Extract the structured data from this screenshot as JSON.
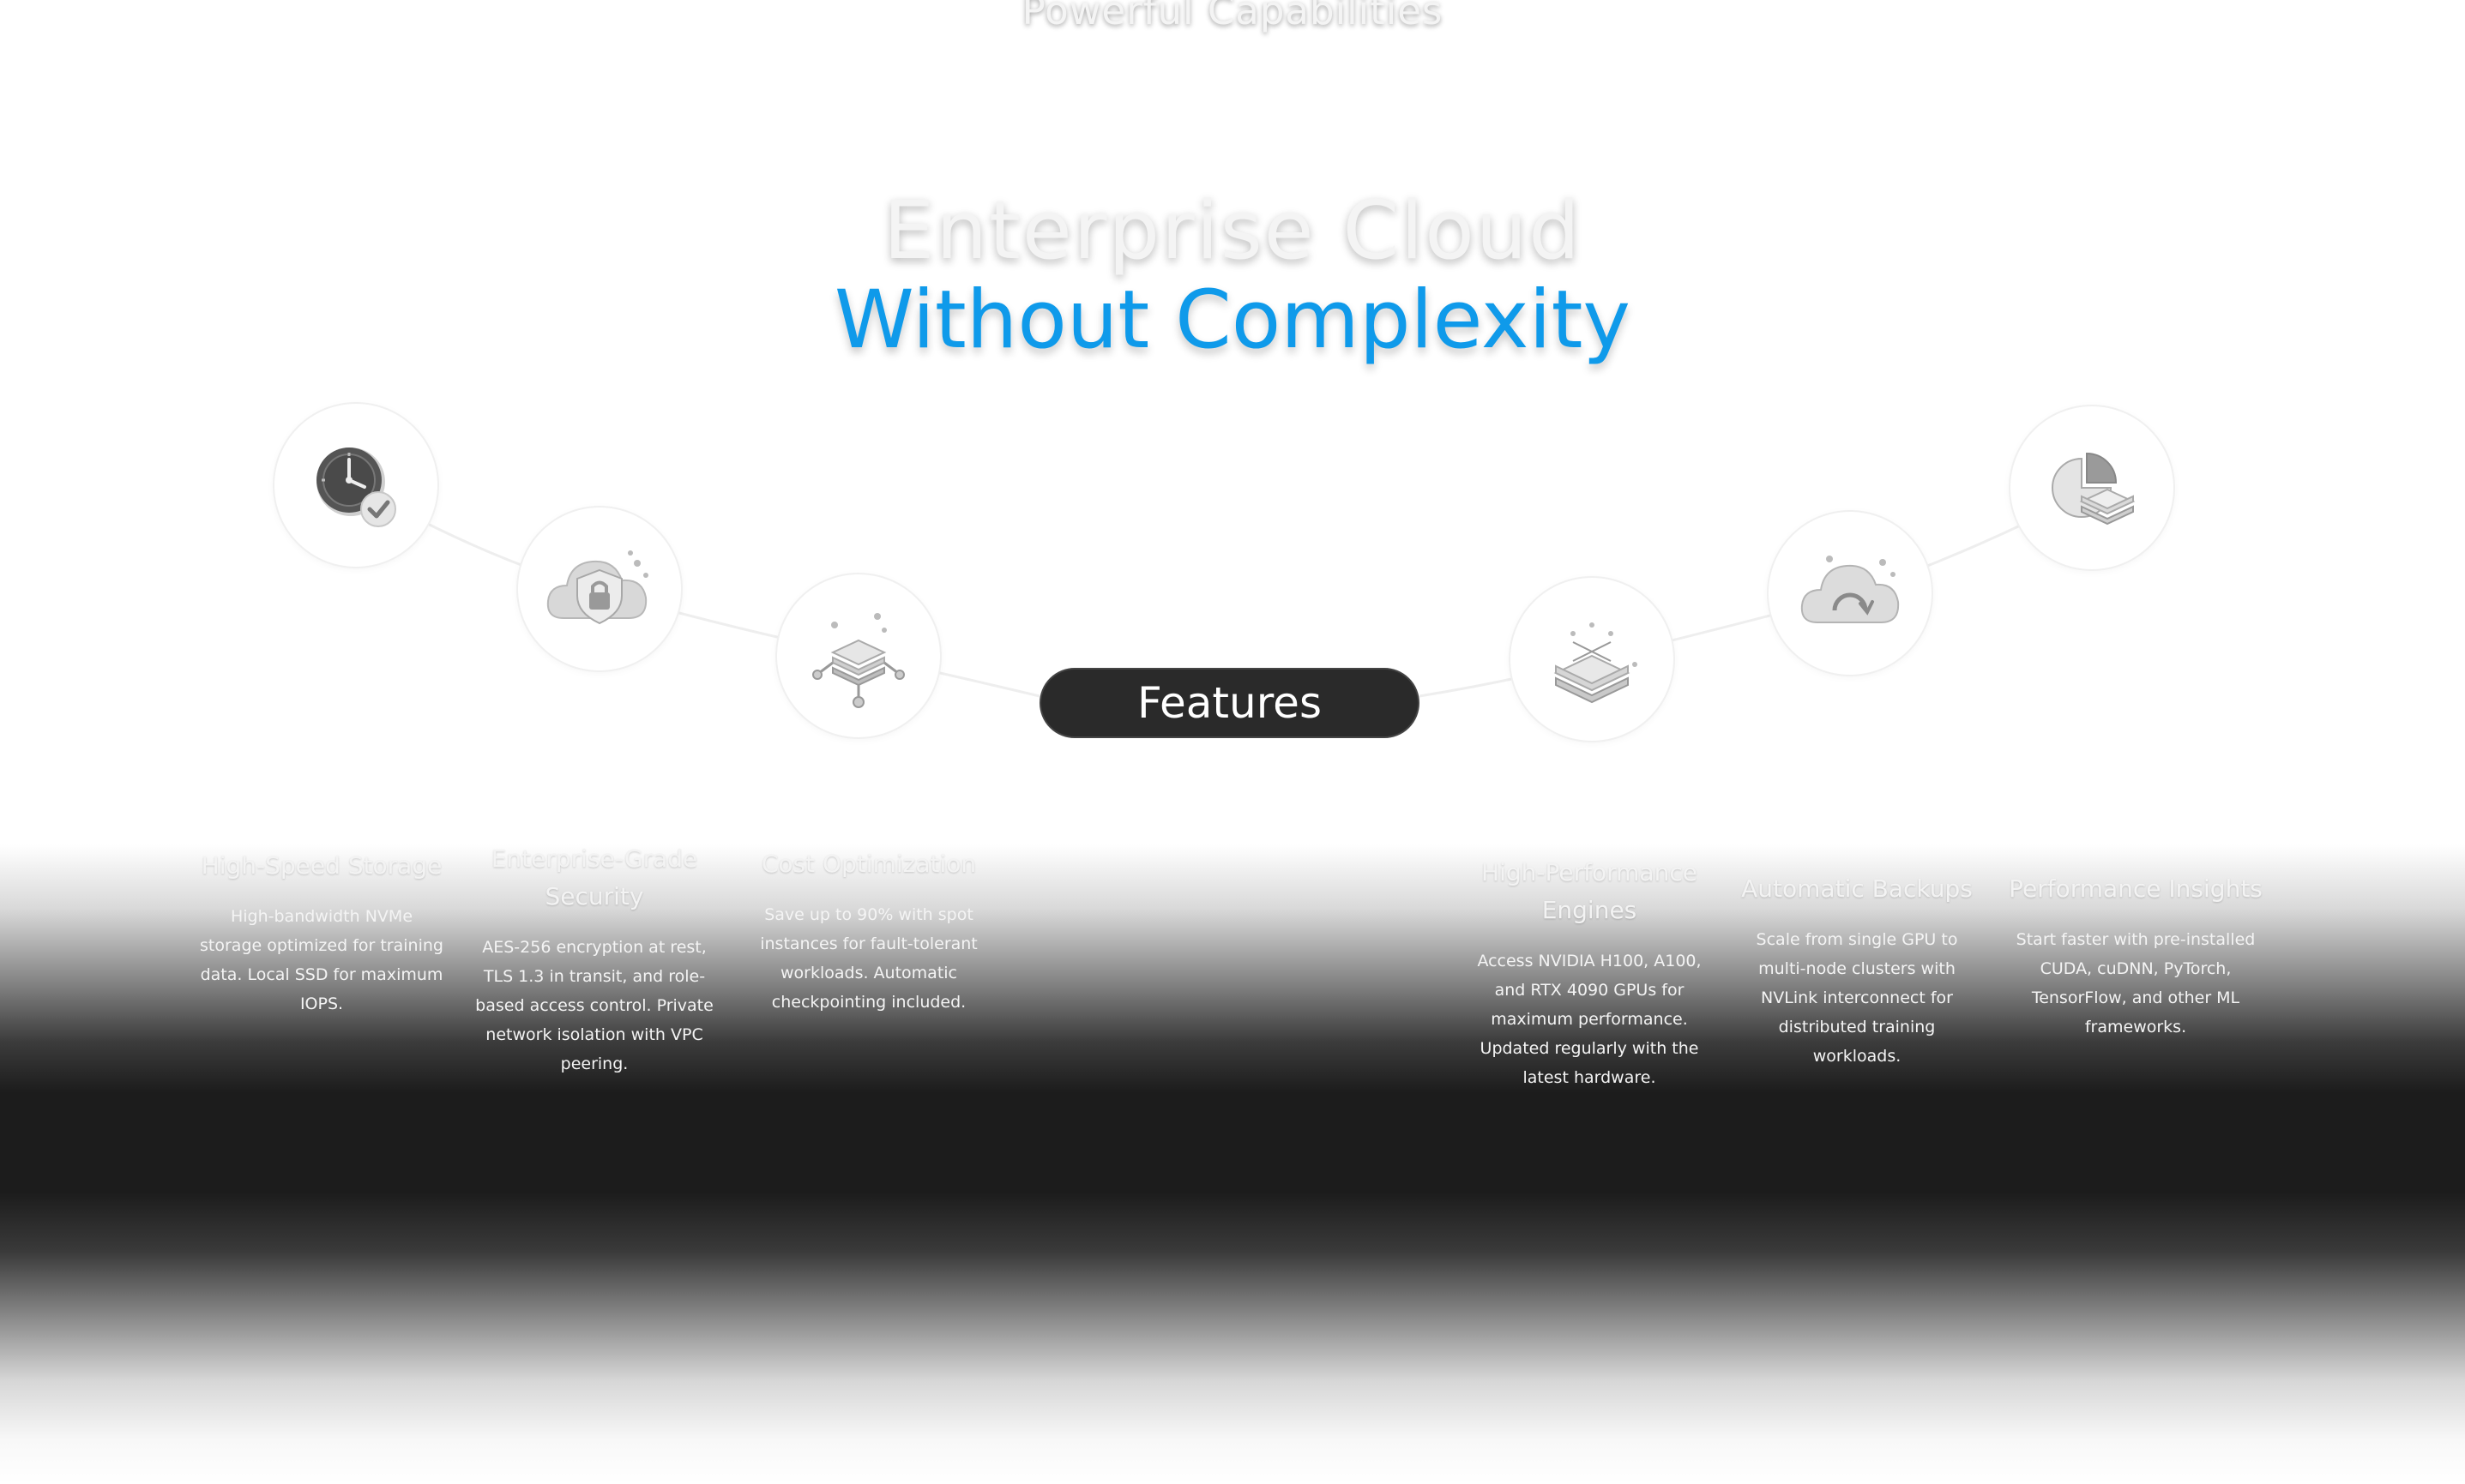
{
  "section": {
    "top_label": "Powerful Capabilities",
    "hero_line_1": "Enterprise Cloud",
    "hero_line_2": "Without Complexity",
    "center_button": "Features"
  },
  "features": [
    {
      "icon": "clock-check-icon",
      "title": "High-Speed Storage",
      "description": "High-bandwidth NVMe storage optimized for training data. Local SSD for maximum IOPS."
    },
    {
      "icon": "cloud-shield-lock-icon",
      "title": "Enterprise-Grade Security",
      "description": "AES-256 encryption at rest, TLS 1.3 in transit, and role-based access control. Private network isolation with VPC peering."
    },
    {
      "icon": "layers-network-icon",
      "title": "Cost Optimization",
      "description": "Save up to 90% with spot instances for fault-tolerant workloads. Automatic checkpointing included."
    },
    {
      "icon": "stacked-servers-icon",
      "title": "High-Performance Engines",
      "description": "Access NVIDIA H100, A100, and RTX 4090 GPUs for maximum performance. Updated regularly with the latest hardware."
    },
    {
      "icon": "cloud-sync-icon",
      "title": "Automatic Backups",
      "description": "Scale from single GPU to multi-node clusters with NVLink interconnect for distributed training workloads."
    },
    {
      "icon": "pie-chart-stack-icon",
      "title": "Performance Insights",
      "description": "Start faster with pre-installed CUDA, cuDNN, PyTorch, TensorFlow, and other ML frameworks."
    }
  ]
}
